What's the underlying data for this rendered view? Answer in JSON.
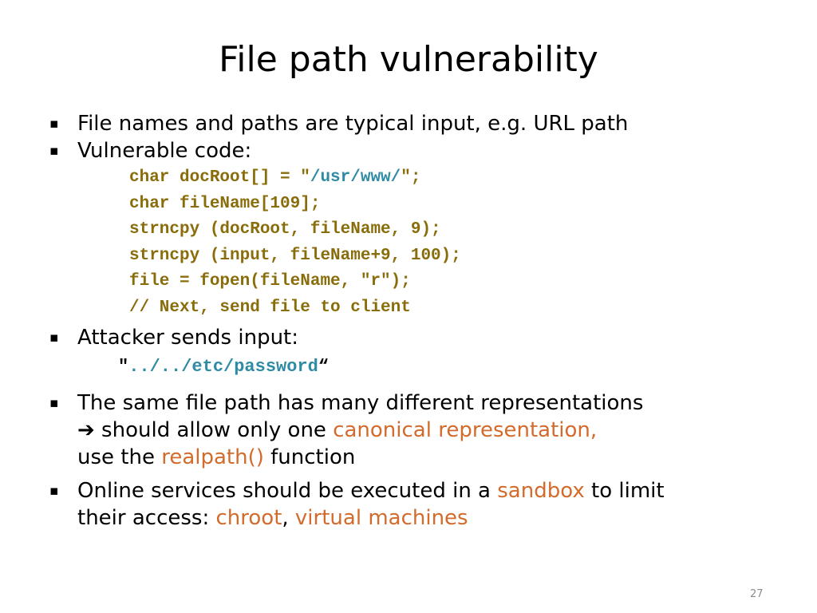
{
  "slide": {
    "title": "File path vulnerability",
    "page_number": "27",
    "bullet_marker": "▪",
    "bullet1": "File names and paths are typical input, e.g. URL path",
    "bullet2": "Vulnerable code:",
    "code": {
      "line1_a": "char docRoot[] = \"",
      "line1_b": "/usr/www/",
      "line1_c": "\";",
      "line2": "char fileName[109];",
      "line3": "strncpy (docRoot, fileName, 9);",
      "line4": "strncpy (input, fileName+9, 100);",
      "line5": "file = fopen(fileName, \"r\");",
      "line6": "// Next, send file to client"
    },
    "bullet3": "Attacker sends input:",
    "attack": {
      "open_quote": "\"",
      "path": "../../etc/password",
      "close_quote": "“"
    },
    "bullet4": {
      "line1": "The same file path has many different representations",
      "arrow": "➔",
      "line2_a": " should allow only one ",
      "line2_b": "canonical representation,",
      "line3_a": "use the ",
      "line3_b": "realpath()",
      "line3_c": " function"
    },
    "bullet5": {
      "a": "Online services should be executed in a ",
      "b": "sandbox",
      "c": " to limit",
      "d": "their access: ",
      "e": "chroot",
      "f": ", ",
      "g": "virtual machines"
    }
  },
  "colors": {
    "code": "#8a6d0b",
    "code_highlight": "#2e8ba3",
    "emphasis": "#d26b2b"
  }
}
